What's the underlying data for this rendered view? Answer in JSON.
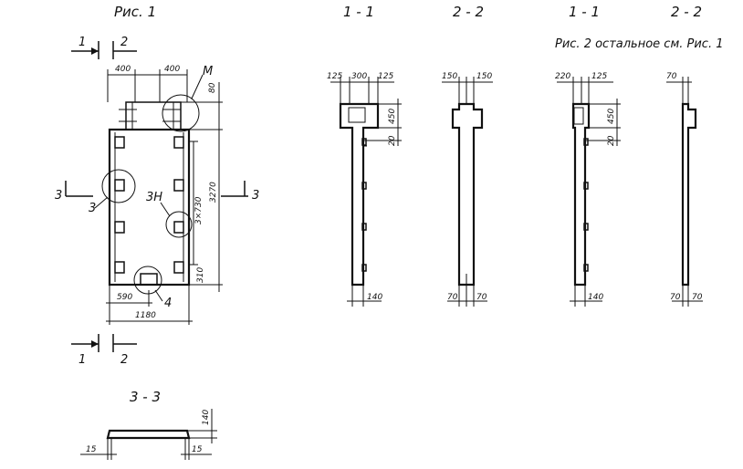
{
  "titles": {
    "fig1": "Рис. 1",
    "s11_a": "1 - 1",
    "s22_a": "2 - 2",
    "s11_b": "1 - 1",
    "s22_b": "2 - 2",
    "fig2_note": "Рис. 2   остальное см. Рис. 1",
    "s33": "3 - 3"
  },
  "section_marks": {
    "m1_top": "1",
    "m2_top": "2",
    "m1_bot": "1",
    "m2_bot": "2",
    "m3_left": "3",
    "m3_right": "3"
  },
  "callouts": {
    "M": "М",
    "c3": "3",
    "c3H": "3Н",
    "c4": "4"
  },
  "fig1_dims": {
    "d400a": "400",
    "d400b": "400",
    "d80": "80",
    "d3270": "3270",
    "d3x730": "3×730",
    "d310": "310",
    "d590": "590",
    "d1180": "1180"
  },
  "s11a_dims": {
    "d125a": "125",
    "d300": "300",
    "d125b": "125",
    "d450": "450",
    "d20": "20",
    "d140": "140"
  },
  "s22a_dims": {
    "d150a": "150",
    "d150b": "150",
    "d70a": "70",
    "d70b": "70"
  },
  "s11b_dims": {
    "d220": "220",
    "d125": "125",
    "d450": "450",
    "d20": "20",
    "d140": "140"
  },
  "s22b_dims": {
    "d70t": "70",
    "d70a": "70",
    "d70b": "70"
  },
  "s33_dims": {
    "d140": "140",
    "d15a": "15",
    "d15b": "15"
  }
}
